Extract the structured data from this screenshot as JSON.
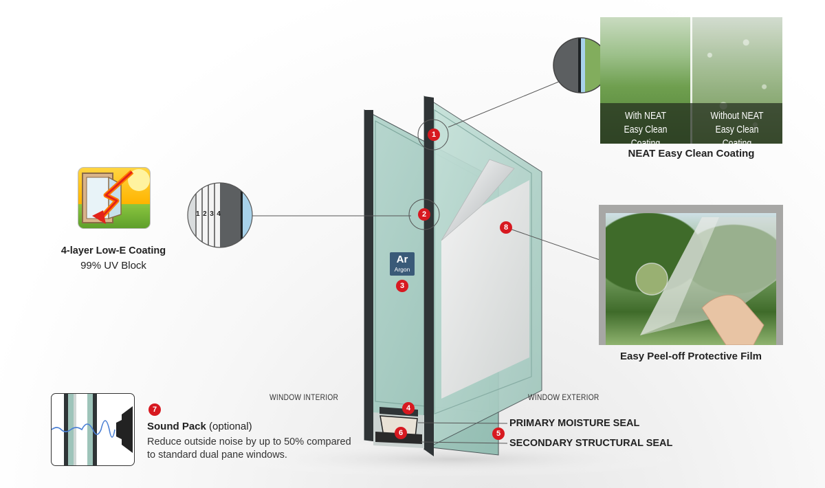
{
  "features": {
    "neat": {
      "with_label": "With NEAT\nEasy Clean Coating",
      "without_label": "Without NEAT\nEasy Clean Coating",
      "caption": "NEAT Easy Clean Coating"
    },
    "lowe": {
      "title": "4-layer Low-E Coating",
      "subtitle": "99% UV Block",
      "layer_numbers": [
        "1",
        "2",
        "3",
        "4"
      ]
    },
    "argon": {
      "symbol": "Ar",
      "name": "Argon"
    },
    "film": {
      "caption": "Easy Peel-off Protective Film"
    },
    "sound": {
      "title": "Sound Pack",
      "optional": "(optional)",
      "description": "Reduce outside noise by up to 50% compared to standard dual pane windows."
    }
  },
  "labels": {
    "interior": "WINDOW INTERIOR",
    "exterior": "WINDOW EXTERIOR",
    "primary_seal": "PRIMARY MOISTURE SEAL",
    "secondary_seal": "SECONDARY STRUCTURAL SEAL"
  },
  "markers": [
    "1",
    "2",
    "3",
    "4",
    "5",
    "6",
    "7",
    "8"
  ],
  "colors": {
    "marker_red": "#d71920",
    "glass_green": "#a9ccc4",
    "frame_dark": "#2f3436",
    "argon_badge": "#3a5a78"
  }
}
